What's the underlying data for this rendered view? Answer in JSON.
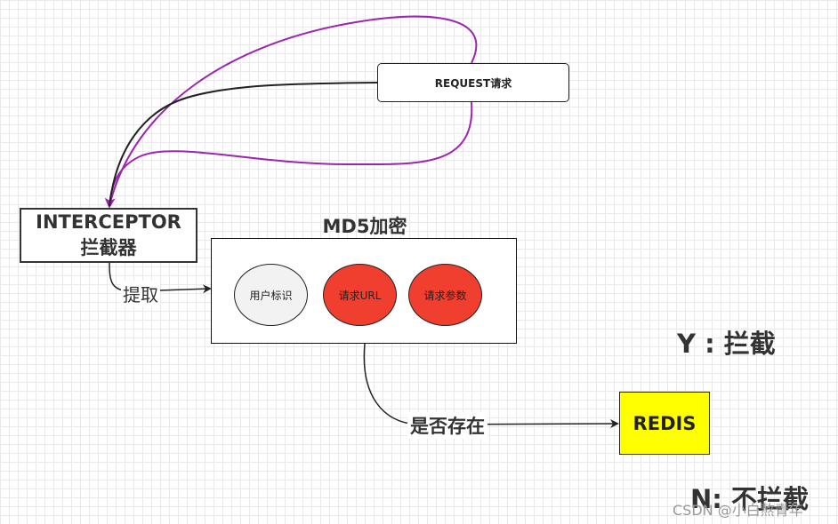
{
  "nodes": {
    "request": "REQUEST请求",
    "interceptor": {
      "line1": "INTERCEPTOR",
      "line2": "拦截器"
    },
    "md5": {
      "title": "MD5加密",
      "items": [
        "用户标识",
        "请求URL",
        "请求参数"
      ]
    },
    "redis": "REDIS"
  },
  "edge_labels": {
    "extract": "提取",
    "exists": "是否存在"
  },
  "notes": {
    "yes": "Y : 拦截",
    "no": "N: 不拦截"
  },
  "watermark": "CSDN @小白熬青年",
  "colors": {
    "purple_edge": "#9b25b0",
    "black_edge": "#222222",
    "red_fill": "#f03e2f",
    "gray_fill": "#f2f2f2",
    "redis_fill": "#ffff00"
  }
}
